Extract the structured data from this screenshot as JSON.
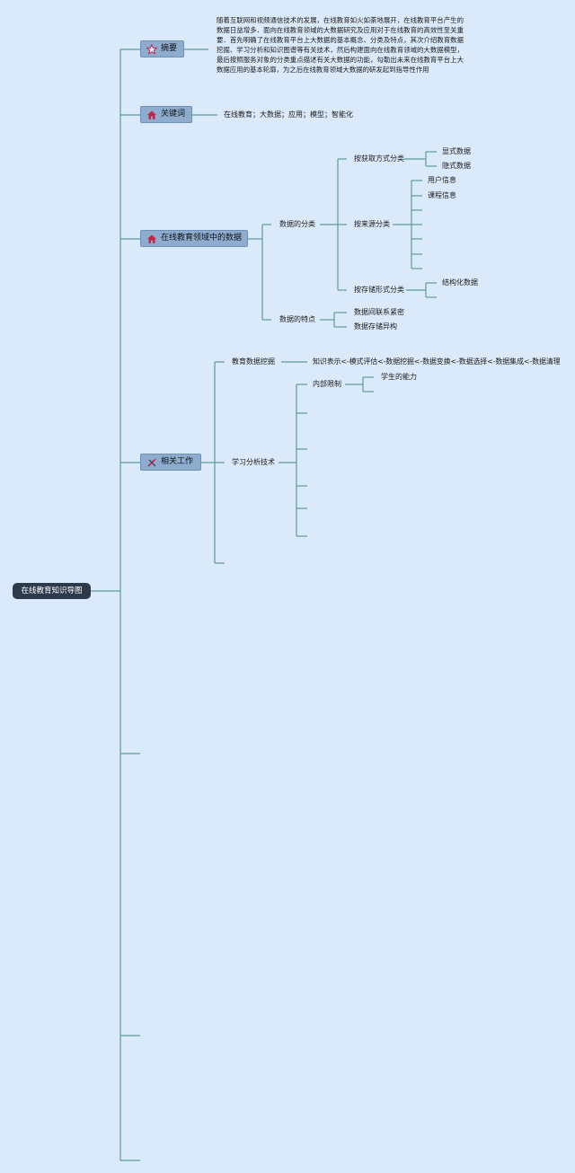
{
  "root": {
    "label": "在线教育知识导图"
  },
  "abstract": {
    "label": "摘要",
    "text": "随着互联网和视频通信技术的发展，在线教育如火如荼地展开，在线教育平台产生的数据日益增多．面向在线教育领域的大数据研究及应用对于在线教育的高效性至关重要．首先明确了在线教育平台上大数据的基本概念、分类及特点，其次介绍教育数据挖掘、学习分析和知识图谱等有关技术，然后构建面向在线教育领域的大数据模型，最后按照服务对象的分类重点描述有关大数据的功能，勾勒出未来在线教育平台上大数据应用的基本轮廓，为之后在线教育领域大数据的研发起到指导性作用"
  },
  "keywords": {
    "label": "关键词",
    "text": "在线教育；大数据；应用；模型；智能化"
  },
  "data_section": {
    "label": "在线教育领域中的数据",
    "classification": {
      "label": "数据的分类",
      "by_acquisition": {
        "label": "按获取方式分类",
        "items": [
          "显式数据",
          "隐式数据"
        ]
      },
      "by_source": {
        "label": "按来源分类",
        "items": [
          "用户信息",
          "课程信息"
        ]
      },
      "by_storage": {
        "label": "按存储形式分类",
        "items": [
          "结构化数据"
        ]
      }
    },
    "features": {
      "label": "数据的特点",
      "items": [
        "数据间联系紧密",
        "数据存储异构"
      ]
    }
  },
  "related_work": {
    "label": "相关工作",
    "edm": {
      "label": "教育数据挖掘",
      "process": "知识表示<-模式评估<-数据挖掘<-数据变换<-数据选择<-数据集成<-数据清理"
    },
    "learning_analytics": {
      "label": "学习分析技术",
      "internal": {
        "label": "内部限制",
        "items": [
          "学生的能力"
        ]
      }
    }
  },
  "icons": {
    "abstract": "star-icon",
    "keywords": "house-icon",
    "data_section": "house-icon",
    "related_work": "pencil-ruler-icon"
  },
  "colors": {
    "background": "#dbeafb",
    "connector": "#5e9a94",
    "topic_fill": "#8eacce",
    "root_fill": "#2c3a4c"
  }
}
